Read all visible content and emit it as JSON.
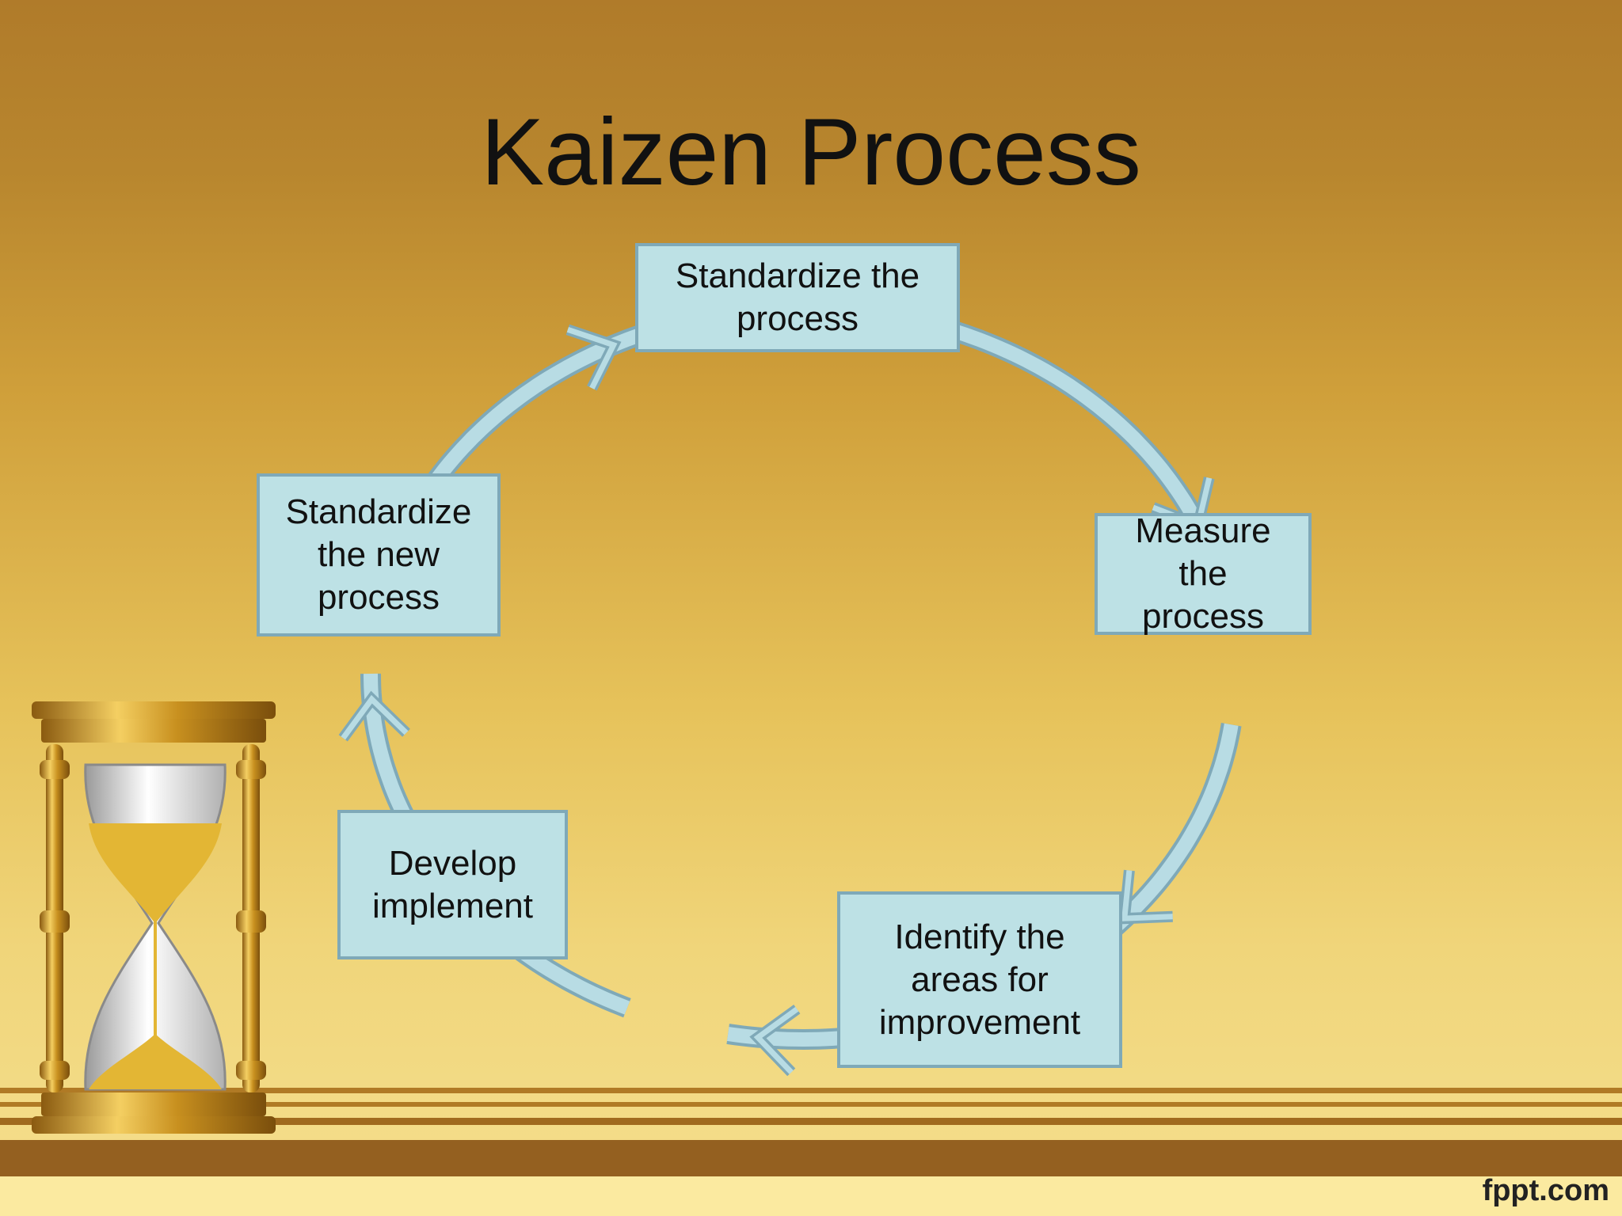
{
  "slide": {
    "title": "Kaizen Process",
    "brand": "fppt.com"
  },
  "cycle": {
    "steps": [
      {
        "label": "Standardize the\nprocess"
      },
      {
        "label": "Measure\nthe\nprocess"
      },
      {
        "label": "Identify  the\nareas  for\nimprovement"
      },
      {
        "label": "Develop\nimplement"
      },
      {
        "label": "Standardize\nthe new\nprocess"
      }
    ],
    "flow_direction": "clockwise"
  },
  "colors": {
    "box_fill": "#bde1e5",
    "box_border": "#7fa9b8",
    "ring": "#b8dce4",
    "text": "#111111"
  },
  "decoration": {
    "image": "hourglass-icon"
  }
}
